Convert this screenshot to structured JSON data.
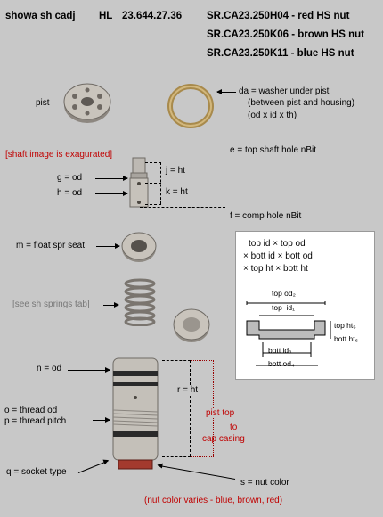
{
  "header": {
    "title": "showa sh cadj",
    "hl_label": "HL",
    "hl_code": "23.644.27.36",
    "parts": [
      "SR.CA23.250H04 - red HS nut",
      "SR.CA23.250K06 - brown HS nut",
      "SR.CA23.250K11 - blue HS nut"
    ]
  },
  "labels": {
    "pist": "pist",
    "da": "da = washer under pist",
    "da2": "(between pist and housing)",
    "da3": "(od x id x th)",
    "exag": "[shaft image is exagurated]",
    "e": "e = top shaft hole nBit",
    "g": "g = od",
    "h": "h = od",
    "j": "j = ht",
    "k": "k = ht",
    "f": "f = comp hole nBit",
    "m": "m = float spr seat",
    "springs": "[see sh springs tab]",
    "n": "n = od",
    "r": "r = ht",
    "o": "o = thread od",
    "p": "p = thread pitch",
    "pist_top": "pist top",
    "to": "to",
    "cap_casing": "cap casing",
    "q": "q = socket type",
    "s": "s = nut color",
    "footer": "(nut color varies - blue, brown, red)"
  },
  "inset": {
    "l1": "top id × top od",
    "l2": "× bott id × bott od",
    "l3": "× top ht × bott ht",
    "top_od": "top od₂",
    "top_id": "top  id₁",
    "top_ht": "top ht₅",
    "bott_ht": "bott ht₆",
    "bott_id": "bott id₃",
    "bott_od": "bott od₄"
  },
  "colors": {
    "background": "#c8c8c8",
    "annotation_red": "#c00000",
    "metal": "#b8b4ae",
    "washer": "#b89a5a"
  }
}
